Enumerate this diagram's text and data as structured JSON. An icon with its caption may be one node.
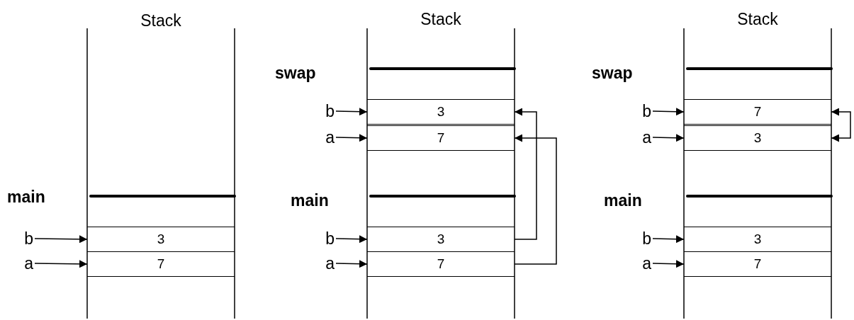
{
  "diagram": {
    "nodes": [
      {
        "text": [
          "b"
        ]
      },
      {
        "text": [
          "3"
        ]
      },
      {
        "text": [
          "a"
        ]
      },
      {
        "text": [
          "7"
        ]
      },
      {
        "text": [
          "b"
        ]
      },
      {
        "text": [
          "3"
        ]
      },
      {
        "text": [
          "a"
        ]
      },
      {
        "text": [
          "7"
        ]
      },
      {
        "text": [
          "b"
        ]
      },
      {
        "text": [
          "3"
        ]
      },
      {
        "text": [
          "a"
        ]
      },
      {
        "text": [
          "7"
        ]
      },
      {
        "text": [
          "b"
        ]
      },
      {
        "text": [
          "7"
        ]
      },
      {
        "text": [
          "a"
        ]
      },
      {
        "text": [
          "3"
        ]
      },
      {
        "text": [
          "b"
        ]
      },
      {
        "text": [
          "3"
        ]
      },
      {
        "text": [
          "a"
        ]
      },
      {
        "text": [
          "7"
        ]
      }
    ],
    "edges": [
      {
        "from": 0,
        "to": 1,
        "arrow": "to"
      },
      {
        "from": 2,
        "to": 3,
        "arrow": "to"
      },
      {
        "from": 4,
        "to": 5,
        "arrow": "to"
      },
      {
        "from": 6,
        "to": 7,
        "arrow": "to"
      },
      {
        "from": 8,
        "to": 9,
        "arrow": "to"
      },
      {
        "from": 10,
        "to": 11,
        "arrow": "to"
      },
      {
        "from": 9,
        "to": 5,
        "arrow": "to"
      },
      {
        "from": 11,
        "to": 7,
        "arrow": "to"
      },
      {
        "from": 12,
        "to": 13,
        "arrow": "to"
      },
      {
        "from": 14,
        "to": 15,
        "arrow": "to"
      },
      {
        "from": 16,
        "to": 17,
        "arrow": "to"
      },
      {
        "from": 18,
        "to": 19,
        "arrow": "to"
      },
      {
        "from": 13,
        "to": 15,
        "arrow": "both"
      }
    ],
    "labels": [
      "Stack",
      "Stack",
      "Stack",
      "swap",
      "swap",
      "main",
      "main",
      "main"
    ]
  }
}
